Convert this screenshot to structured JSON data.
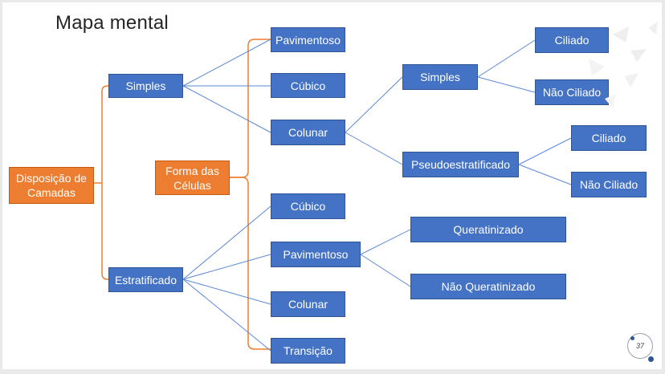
{
  "title": "Mapa mental",
  "page_number": "37",
  "colors": {
    "node_blue": "#4472c4",
    "node_orange": "#ed7d31",
    "line_blue": "#5b8ad6",
    "line_orange": "#ed7d31"
  },
  "nodes": {
    "root": "Disposição de Camadas",
    "simples": "Simples",
    "estratificado": "Estratificado",
    "forma": "Forma das Células",
    "pavimentoso_1": "Pavimentoso",
    "cubico_1": "Cúbico",
    "colunar_1": "Colunar",
    "simples_2": "Simples",
    "pseudo": "Pseudoestratificado",
    "ciliado_1": "Ciliado",
    "nao_ciliado_1": "Não Ciliado",
    "ciliado_2": "Ciliado",
    "nao_ciliado_2": "Não Ciliado",
    "cubico_2": "Cúbico",
    "pavimentoso_2": "Pavimentoso",
    "colunar_2": "Colunar",
    "transicao": "Transição",
    "queratinizado": "Queratinizado",
    "nao_queratinizado": "Não Queratinizado"
  }
}
